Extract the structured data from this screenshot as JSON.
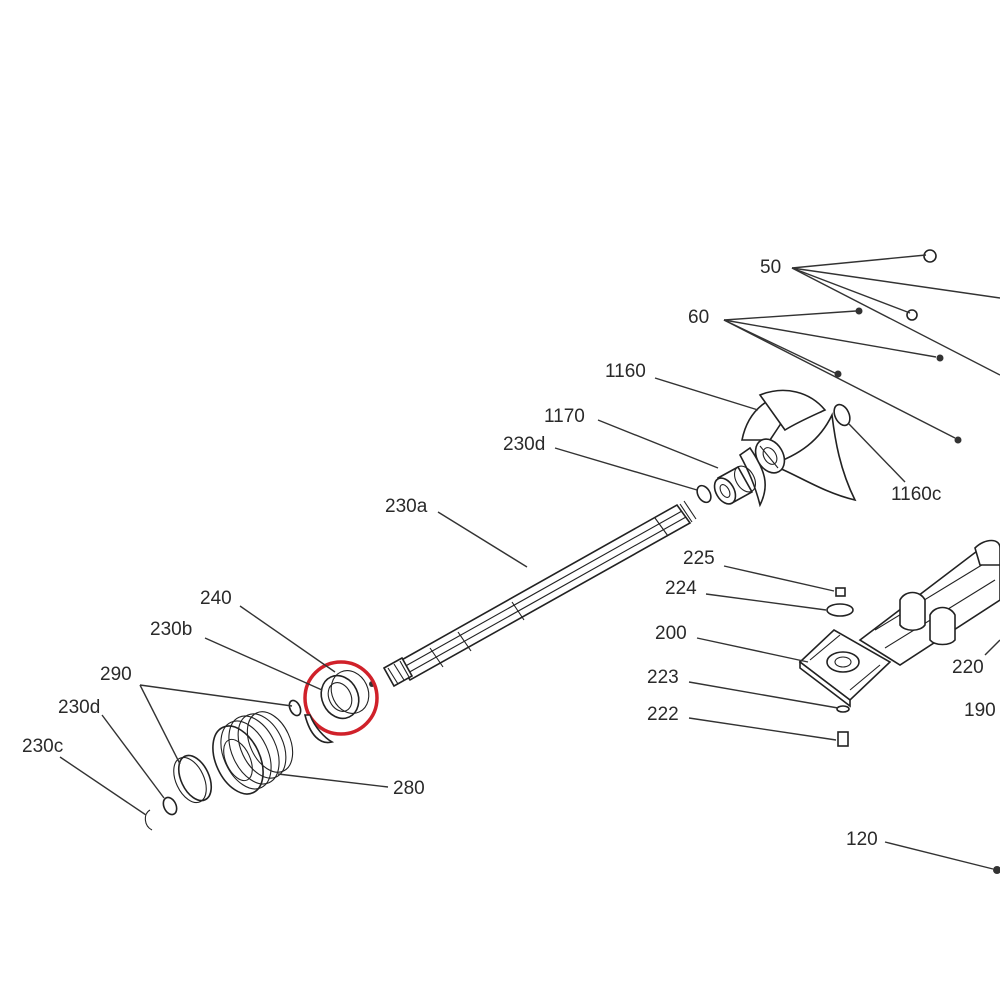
{
  "colors": {
    "line": "#222222",
    "label": "#2a2a2a",
    "highlight": "#d0212a",
    "background": "#ffffff"
  },
  "labels": {
    "p50": "50",
    "p60": "60",
    "p1160": "1160",
    "p1170": "1170",
    "p230d_top": "230d",
    "p1160c": "1160c",
    "p230a": "230a",
    "p225": "225",
    "p224": "224",
    "p200": "200",
    "p223": "223",
    "p222": "222",
    "p220": "220",
    "p190": "190",
    "p120": "120",
    "p240": "240",
    "p230b": "230b",
    "p290": "290",
    "p230d_bottom": "230d",
    "p230c": "230c",
    "p280": "280"
  },
  "highlighted_part": "240"
}
